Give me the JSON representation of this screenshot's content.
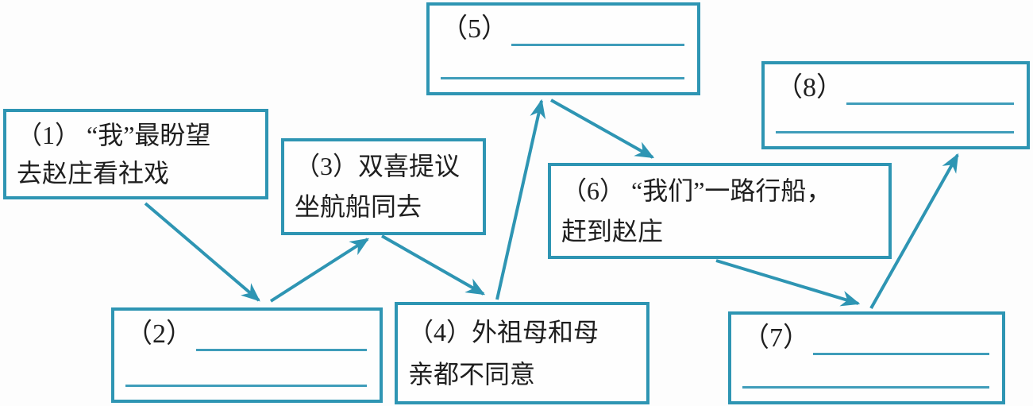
{
  "colors": {
    "accent": "#2e95b3",
    "underline": "#3f9dba",
    "text": "#1f1f1f",
    "background": "#fdfdfd"
  },
  "flowchart": {
    "description_lang": "zh-CN",
    "boxes": {
      "b1": {
        "line1": "（1） “我”最盼望",
        "line2": "去赵庄看社戏",
        "blank": false
      },
      "b2": {
        "label": "（2）",
        "blank": true
      },
      "b3": {
        "line1": "（3）双喜提议",
        "line2": "坐航船同去",
        "blank": false
      },
      "b4": {
        "line1": "（4）外祖母和母",
        "line2": "亲都不同意",
        "blank": false
      },
      "b5": {
        "label": "（5）",
        "blank": true
      },
      "b6": {
        "line1": "（6） “我们”一路行船，",
        "line2": "赶到赵庄",
        "blank": false
      },
      "b7": {
        "label": "（7）",
        "blank": true
      },
      "b8": {
        "label": "（8）",
        "blank": true
      }
    },
    "connections": [
      {
        "from": "1",
        "to": "2"
      },
      {
        "from": "2",
        "to": "3"
      },
      {
        "from": "3",
        "to": "4"
      },
      {
        "from": "4",
        "to": "5"
      },
      {
        "from": "5",
        "to": "6"
      },
      {
        "from": "6",
        "to": "7"
      },
      {
        "from": "7",
        "to": "8"
      }
    ]
  }
}
